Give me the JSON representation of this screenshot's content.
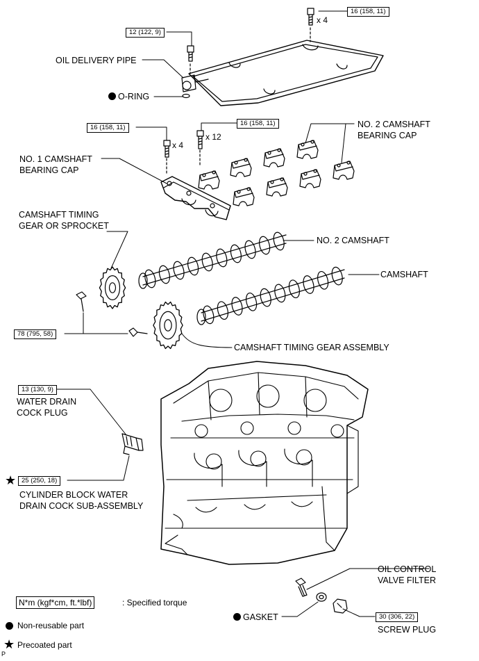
{
  "labels": {
    "oil_delivery_pipe": "OIL DELIVERY PIPE",
    "o_ring": "O-RING",
    "no1_cap_line1": "NO. 1 CAMSHAFT",
    "no1_cap_line2": "BEARING CAP",
    "no2_cap_line1": "NO. 2 CAMSHAFT",
    "no2_cap_line2": "BEARING CAP",
    "timing_gear_line1": "CAMSHAFT TIMING",
    "timing_gear_line2": "GEAR OR SPROCKET",
    "no2_camshaft": "NO. 2 CAMSHAFT",
    "camshaft": "CAMSHAFT",
    "timing_gear_assembly": "CAMSHAFT TIMING GEAR ASSEMBLY",
    "water_drain_line1": "WATER DRAIN",
    "water_drain_line2": "COCK PLUG",
    "drain_cock_line1": "CYLINDER BLOCK WATER",
    "drain_cock_line2": "DRAIN COCK SUB-ASSEMBLY",
    "oil_control_line1": "OIL CONTROL",
    "oil_control_line2": "VALVE FILTER",
    "gasket": "GASKET",
    "screw_plug": "SCREW PLUG",
    "corner_mark": "P"
  },
  "torques": {
    "pipe_bolt_top": "16 (158, 11)",
    "pipe_bolt_left": "12 (122, 9)",
    "no1_cap_bolt": "16 (158, 11)",
    "no2_cap_bolt": "16 (158, 11)",
    "timing_bolt": "78 (795, 58)",
    "water_plug": "13 (130, 9)",
    "drain_cock": "25 (250, 18)",
    "screw_plug": "30 (306, 22)"
  },
  "counts": {
    "pipe_bolt_top": "x 4",
    "no1_cap_bolt": "x 4",
    "no2_cap_bolt": "x 12"
  },
  "legend": {
    "unit_box": "N*m (kgf*cm, ft.*lbf)",
    "unit_text": ": Specified torque",
    "non_reusable": "Non-reusable part",
    "precoated": "Precoated part"
  },
  "colors": {
    "ink": "#000000",
    "paper": "#ffffff"
  }
}
